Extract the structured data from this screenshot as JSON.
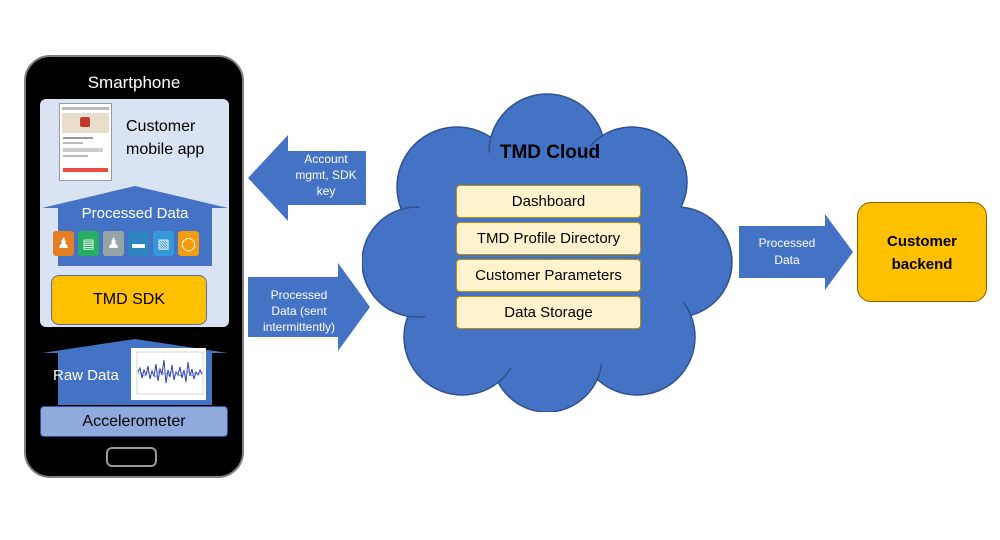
{
  "phone": {
    "title": "Smartphone",
    "app_label_line1": "Customer",
    "app_label_line2": "mobile app",
    "processed_data_label": "Processed Data",
    "sdk_label": "TMD SDK",
    "raw_data_label": "Raw Data",
    "accelerometer_label": "Accelerometer",
    "mode_icons": [
      "walk-icon",
      "train-icon",
      "stand-icon",
      "car-icon",
      "bus-icon",
      "bicycle-icon"
    ]
  },
  "arrows": {
    "account_line1": "Account",
    "account_line2": "mgmt, SDK",
    "account_line3": "key",
    "processed_to_cloud_line1": "Processed",
    "processed_to_cloud_line2": "Data (sent",
    "processed_to_cloud_line3": "intermittently)",
    "processed_to_backend_line1": "Processed",
    "processed_to_backend_line2": "Data"
  },
  "cloud": {
    "title": "TMD Cloud",
    "items": [
      "Dashboard",
      "TMD Profile Directory",
      "Customer Parameters",
      "Data Storage"
    ]
  },
  "backend": {
    "line1": "Customer",
    "line2": "backend"
  },
  "colors": {
    "blue": "#4472C4",
    "light_blue_panel": "#DAE3F3",
    "accelerometer": "#8FAADC",
    "sdk_orange": "#FFC000",
    "cloud_item": "#FFF2CC",
    "phone_body": "#000000"
  }
}
